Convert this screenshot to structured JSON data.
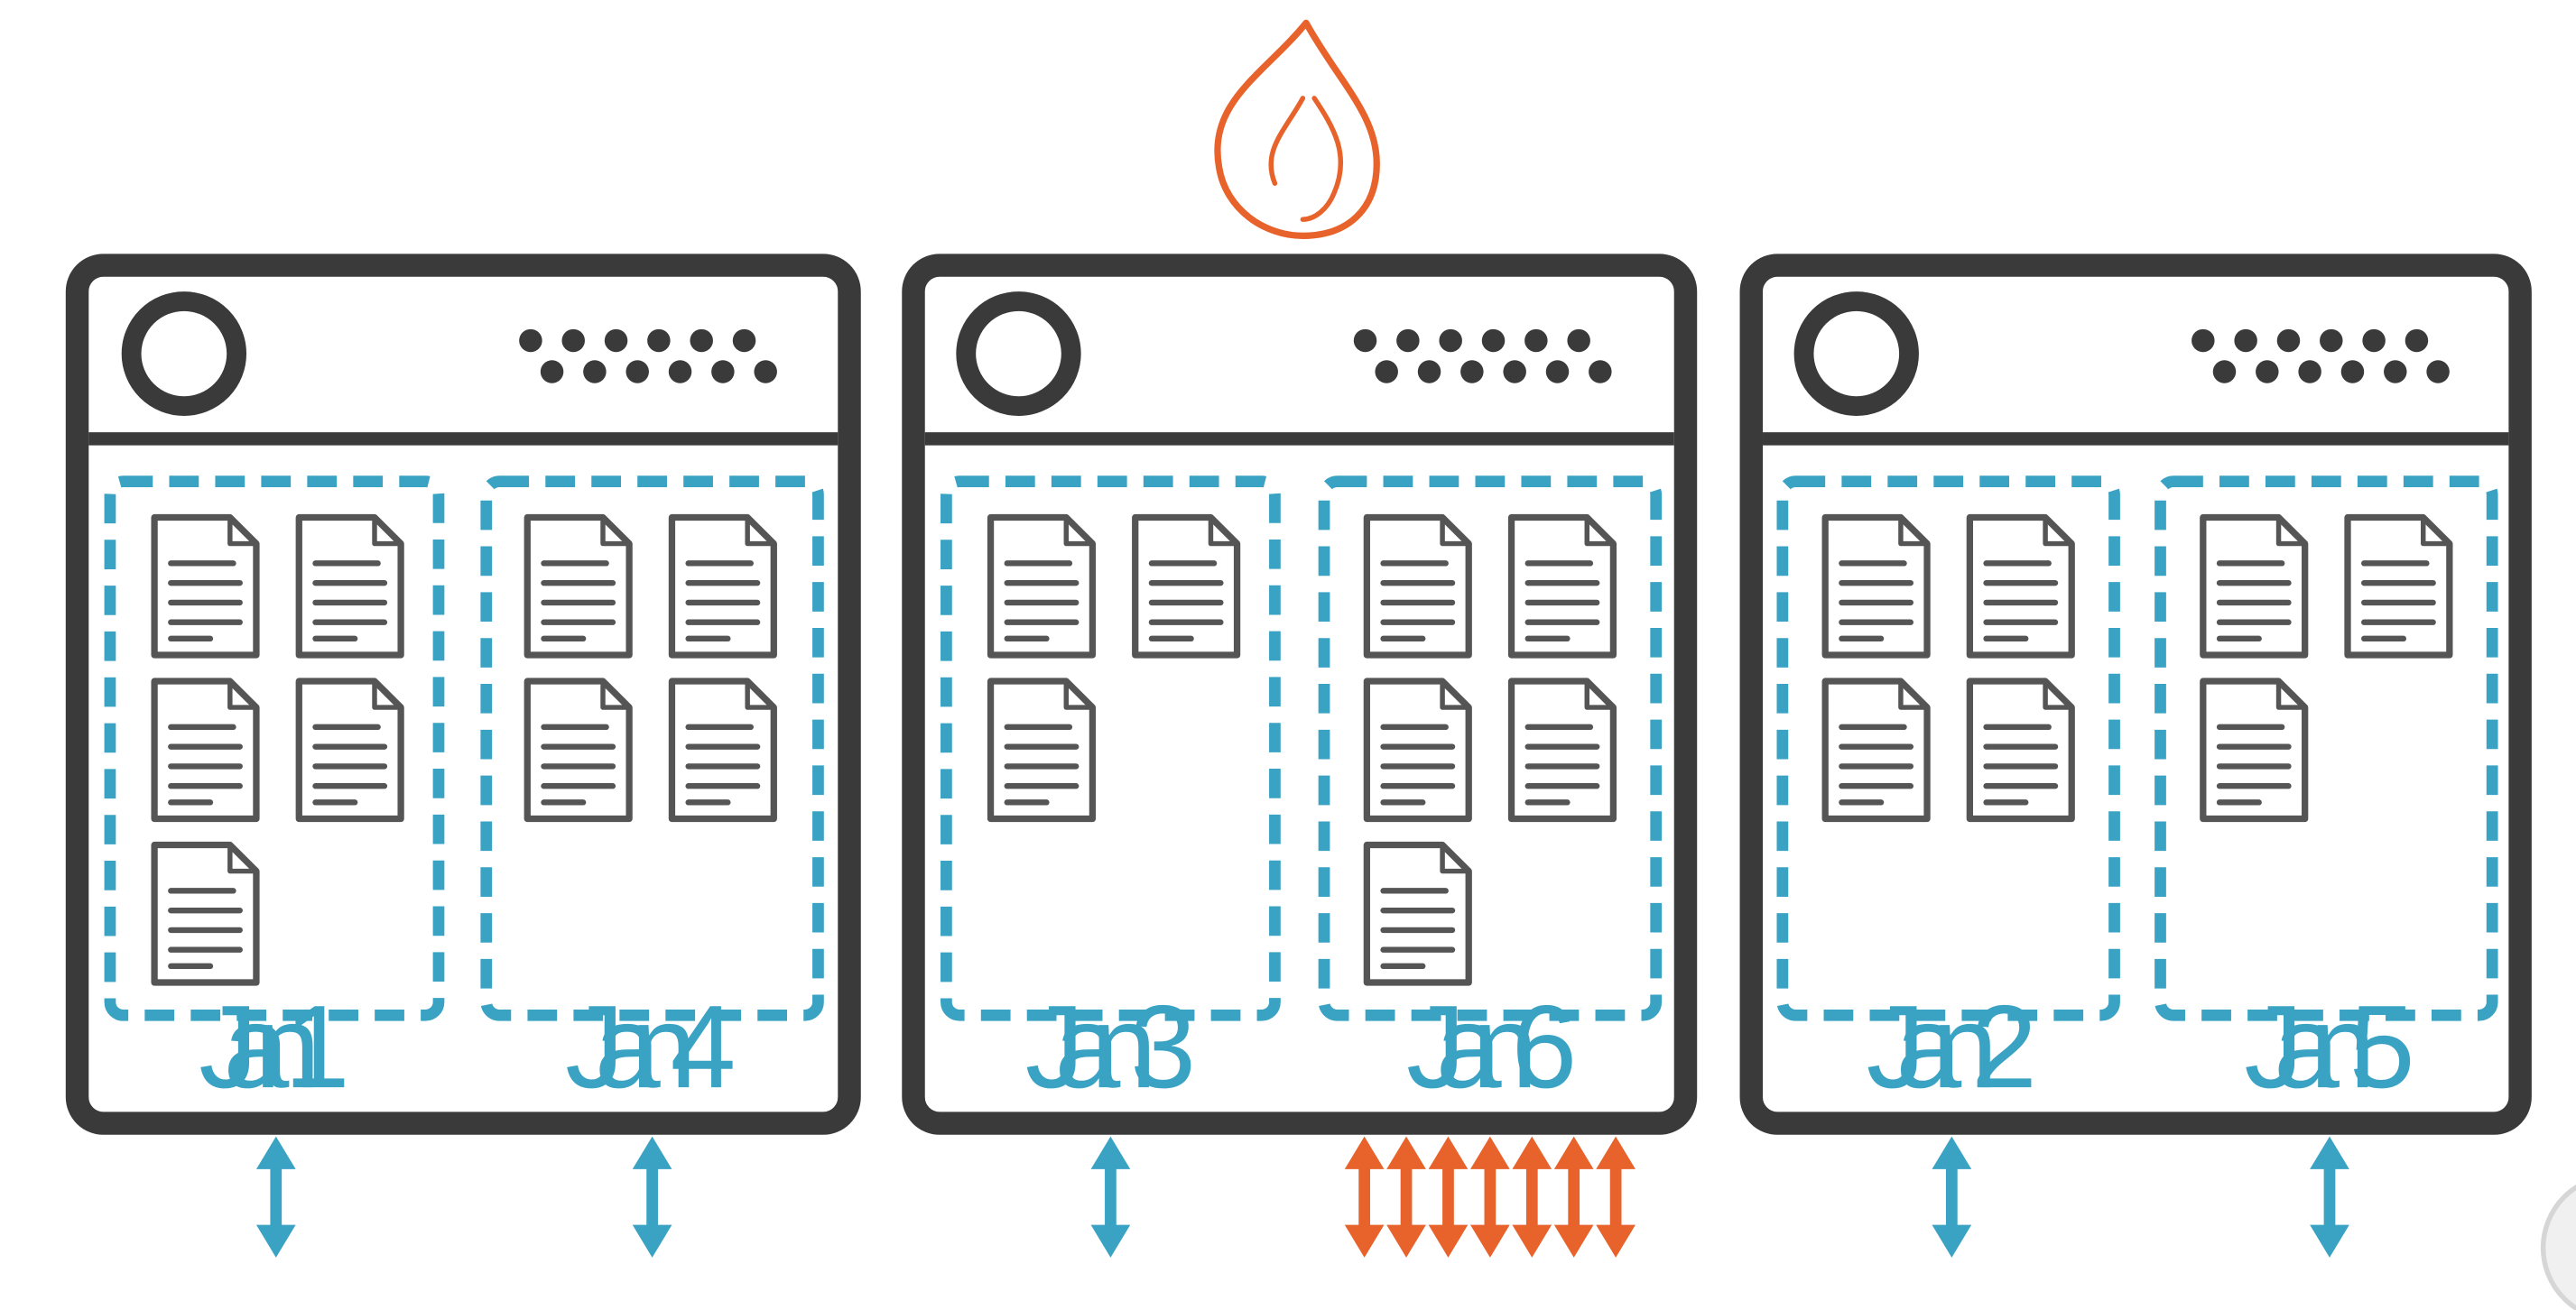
{
  "colors": {
    "server_stroke": "#3a3a3a",
    "partition_stroke": "#3aa3c4",
    "document_stroke": "#555555",
    "normal_arrow": "#3aa3c4",
    "hot_arrow": "#e8632b",
    "fire": "#e8632b"
  },
  "icons": {
    "hotspot": "fire-icon",
    "document": "document-icon",
    "traffic": "double-arrow-icon",
    "power": "power-indicator-icon",
    "vents": "vent-dots-icon"
  },
  "servers": [
    {
      "hot": false,
      "partitions": [
        {
          "label": "Jan 1",
          "docs": 5,
          "requests": 1,
          "hot": false
        },
        {
          "label": "Jan 4",
          "docs": 4,
          "requests": 1,
          "hot": false
        }
      ]
    },
    {
      "hot": true,
      "partitions": [
        {
          "label": "Jan 3",
          "docs": 3,
          "requests": 1,
          "hot": false
        },
        {
          "label": "Jan 6",
          "docs": 5,
          "requests": 7,
          "hot": true
        }
      ]
    },
    {
      "hot": false,
      "partitions": [
        {
          "label": "Jan 2",
          "docs": 4,
          "requests": 1,
          "hot": false
        },
        {
          "label": "Jan 5",
          "docs": 3,
          "requests": 1,
          "hot": false
        }
      ]
    }
  ]
}
